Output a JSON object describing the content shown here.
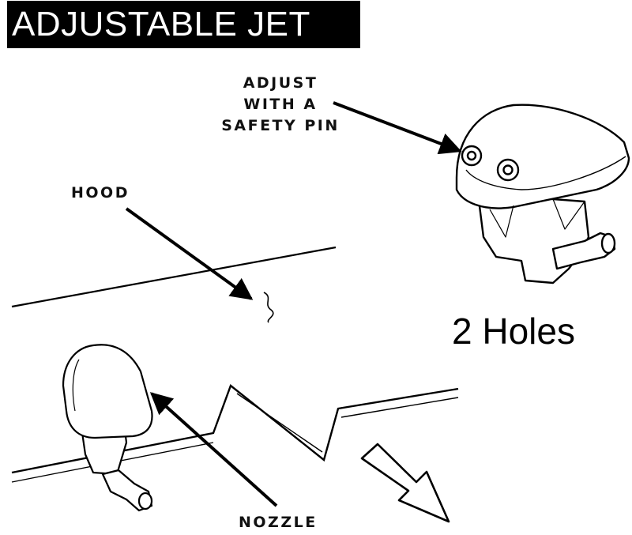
{
  "title": "ADJUSTABLE JET",
  "labels": {
    "adjust": [
      "ADJUST",
      "WITH A",
      "SAFETY PIN"
    ],
    "hood": "HOOD",
    "nozzle": "NOZZLE"
  },
  "caption": "2 Holes"
}
